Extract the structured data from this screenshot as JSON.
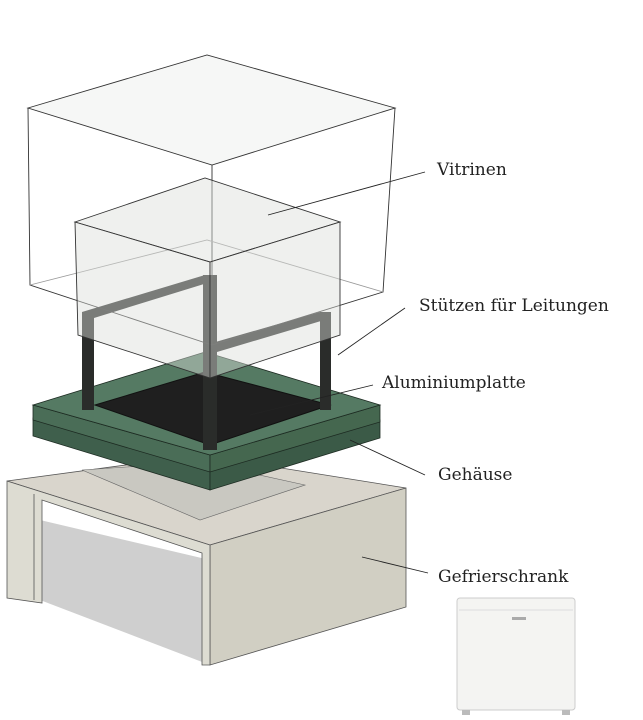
{
  "labels": {
    "vitrinen": "Vitrinen",
    "stuetzen": "Stützen für Leitungen",
    "aluminiumplatte": "Aluminiumplatte",
    "gehaeuse": "Gehäuse",
    "gefrierschrank": "Gefrierschrank"
  },
  "colors": {
    "glass": "#e9ebe8",
    "housing_green": "#3f5f4c",
    "housing_green_light": "#557a63",
    "support_dark": "#2a2c2a",
    "plate_dark": "#1f1f1f",
    "cabinet": "#d4d2c6",
    "fridge": "#f4f4f2"
  }
}
